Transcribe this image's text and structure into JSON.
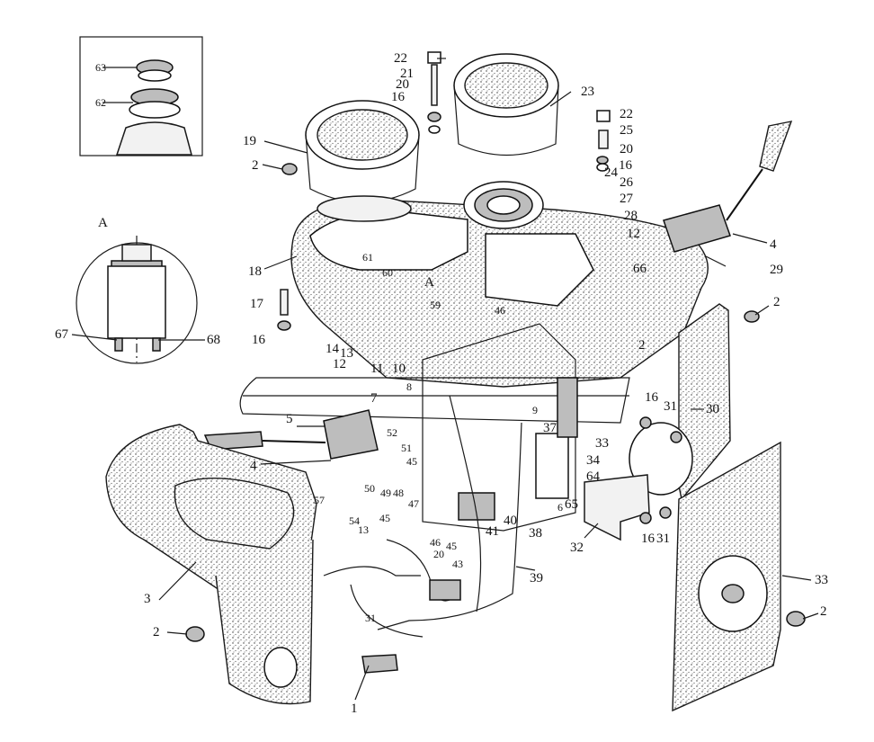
{
  "diagram": {
    "inset_label": "A",
    "section_marker": "A",
    "callouts": {
      "c1": "1",
      "c2a": "2",
      "c2b": "2",
      "c2c": "2",
      "c2d": "2",
      "c2e": "2",
      "c3": "3",
      "c4a": "4",
      "c4b": "4",
      "c5": "5",
      "c6": "6",
      "c7": "7",
      "c8": "8",
      "c9": "9",
      "c10": "10",
      "c11": "11",
      "c12a": "12",
      "c12b": "12",
      "c13a": "13",
      "c13b": "13",
      "c14": "14",
      "c16a": "16",
      "c16b": "16",
      "c16c": "16",
      "c16d": "16",
      "c16e": "16",
      "c17": "17",
      "c18": "18",
      "c19": "19",
      "c20a": "20",
      "c20b": "20",
      "c20c": "20",
      "c21": "21",
      "c22a": "22",
      "c22b": "22",
      "c23": "23",
      "c24": "24",
      "c25": "25",
      "c26": "26",
      "c27": "27",
      "c28": "28",
      "c29": "29",
      "c30": "30",
      "c31a": "31",
      "c31b": "31",
      "c31c": "31",
      "c32": "32",
      "c33": "33",
      "c34": "34",
      "c37": "37",
      "c38": "38",
      "c39": "39",
      "c40": "40",
      "c41": "41",
      "c43": "43",
      "c45a": "45",
      "c45b": "45",
      "c46a": "46",
      "c46b": "46",
      "c47": "47",
      "c48": "48",
      "c49": "49",
      "c50": "50",
      "c51": "51",
      "c52": "52",
      "c54": "54",
      "c57": "57",
      "c59": "59",
      "c60": "60",
      "c61": "61",
      "c62": "62",
      "c63": "63",
      "c64": "64",
      "c65": "65",
      "c66": "66",
      "c67": "67",
      "c68": "68"
    }
  }
}
